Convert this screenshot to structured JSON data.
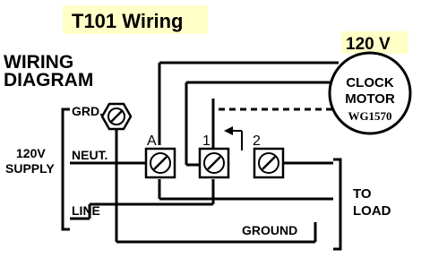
{
  "title": "T101 Wiring",
  "voltage_badge": "120 V",
  "heading_line1": "WIRING",
  "heading_line2": "DIAGRAM",
  "supply_line1": "120V",
  "supply_line2": "SUPPLY",
  "wire_labels": {
    "grd": "GRD.",
    "neut": "NEUT.",
    "line": "LINE",
    "ground": "GROUND"
  },
  "terminals": [
    "A",
    "1",
    "2"
  ],
  "motor": {
    "line1": "CLOCK",
    "line2": "MOTOR",
    "model": "WG1570"
  },
  "load_line1": "TO",
  "load_line2": "LOAD",
  "colors": {
    "badge_fill": "#ffffc8",
    "line": "#000000"
  },
  "icons": [
    "ground-screw-icon",
    "terminal-screw-icon"
  ]
}
